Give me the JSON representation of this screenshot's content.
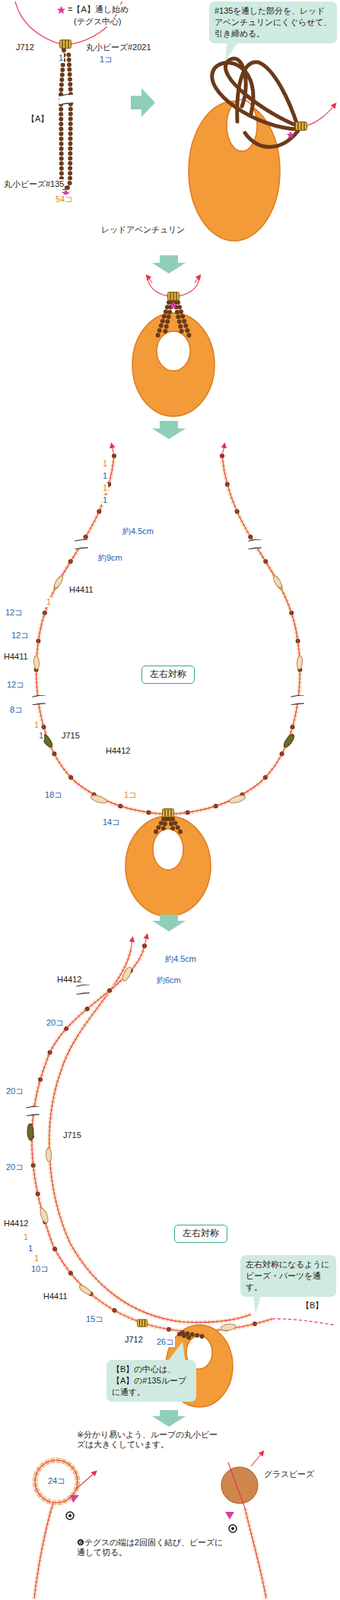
{
  "diagram": {
    "nodes": [
      {
        "text": [
          "#135を通した部分を、レッドアベンチュリンにくぐらせて、引き締める。"
        ]
      },
      {
        "text": [
          "左右対称"
        ]
      },
      {
        "text": [
          "左右対称"
        ]
      },
      {
        "text": [
          "左右対称になるようにビーズ・パーツを通す。"
        ]
      },
      {
        "text": [
          "【B】の中心は、【A】の#135ループに通す。"
        ]
      }
    ],
    "labels": [
      "=【A】通し始め",
      "(テグス中心)",
      "J712",
      "丸小ビーズ#2021",
      "1",
      "1コ",
      "【A】",
      "丸小ビーズ#135",
      "54コ",
      "レッドアベンチュリン",
      "約4.5cm",
      "約9cm",
      "H4411",
      "12コ",
      "12コ",
      "H4411",
      "12コ",
      "8コ",
      "J715",
      "H4412",
      "18コ",
      "1コ",
      "14コ",
      "1",
      "1",
      "1",
      "1",
      "1",
      "1",
      "1",
      "約4.5cm",
      "約6cm",
      "H4412",
      "20コ",
      "20コ",
      "J715",
      "20コ",
      "H4412",
      "10コ",
      "H4411",
      "15コ",
      "J712",
      "26コ",
      "【B】",
      "1",
      "1",
      "1",
      "※分かり易いよう、ループの丸小ビーズは大きくしています。",
      "24コ",
      "グラスビーズ",
      "❻テグスの端は2回固く結び、ビーズに通して切る。"
    ]
  }
}
